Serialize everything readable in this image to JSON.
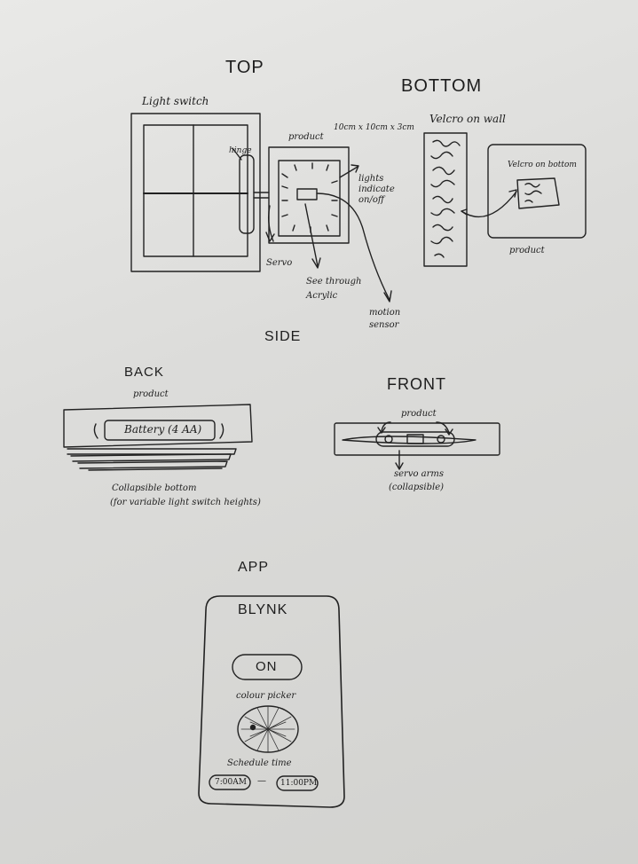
{
  "sections": {
    "top": {
      "title": "TOP",
      "light_switch": "Light switch",
      "hinge": "hinge",
      "product": "product",
      "dimensions": "10cm x 10cm x 3cm",
      "lights_note": "lights indicate on/off",
      "servo": "Servo",
      "acrylic": "See through Acrylic",
      "motion": "motion sensor"
    },
    "bottom": {
      "title": "BOTTOM",
      "velcro_wall": "Velcro on wall",
      "velcro_bottom": "Velcro on bottom",
      "product": "product"
    },
    "side": {
      "title": "SIDE",
      "back": {
        "title": "BACK",
        "product": "product",
        "battery": "Battery (4 AA)",
        "collapsible": "Collapsible bottom",
        "collapsible_note": "(for variable light switch heights)"
      },
      "front": {
        "title": "FRONT",
        "product": "product",
        "servo_arms": "servo arms",
        "collapsible": "(collapsible)"
      }
    },
    "app": {
      "title": "APP",
      "brand": "BLYNK",
      "on_button": "ON",
      "colour_picker": "colour picker",
      "schedule": "Schedule time",
      "start_time": "7:00AM",
      "dash": "—",
      "end_time": "11:00PM"
    }
  }
}
